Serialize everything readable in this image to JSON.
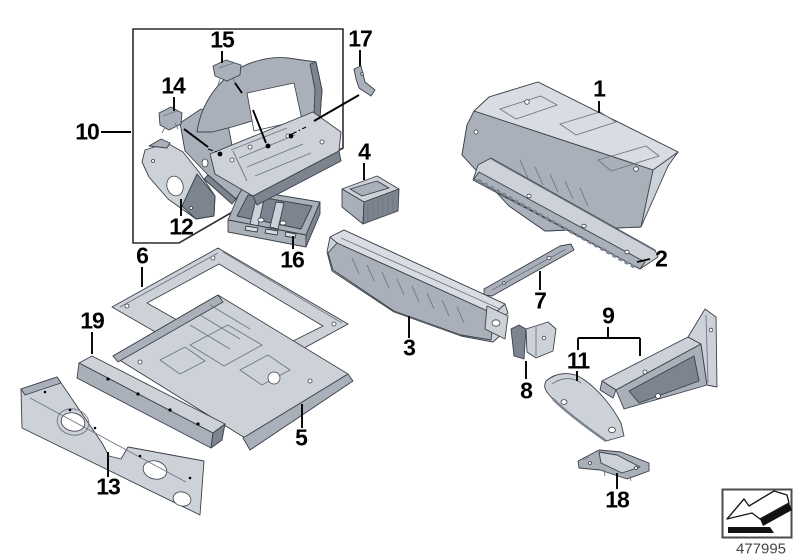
{
  "callouts": [
    {
      "id": "1",
      "label": "1"
    },
    {
      "id": "2",
      "label": "2"
    },
    {
      "id": "3",
      "label": "3"
    },
    {
      "id": "4",
      "label": "4"
    },
    {
      "id": "5",
      "label": "5"
    },
    {
      "id": "6",
      "label": "6"
    },
    {
      "id": "7",
      "label": "7"
    },
    {
      "id": "8",
      "label": "8"
    },
    {
      "id": "9",
      "label": "9"
    },
    {
      "id": "10",
      "label": "10"
    },
    {
      "id": "11",
      "label": "11"
    },
    {
      "id": "12",
      "label": "12"
    },
    {
      "id": "13",
      "label": "13"
    },
    {
      "id": "14",
      "label": "14"
    },
    {
      "id": "15",
      "label": "15"
    },
    {
      "id": "16",
      "label": "16"
    },
    {
      "id": "17",
      "label": "17"
    },
    {
      "id": "18",
      "label": "18"
    },
    {
      "id": "19",
      "label": "19"
    }
  ],
  "diagram_number": "477995",
  "pictogram": {
    "icon": "arrow-down-left-icon"
  },
  "colors": {
    "background": "#ffffff",
    "outline": "#3b4048",
    "callout_text": "#000000",
    "metal_light": "#cdd2d9",
    "metal_mid": "#a9b0ba",
    "metal_dark": "#7c8490",
    "diagram_number_text": "#454545"
  }
}
